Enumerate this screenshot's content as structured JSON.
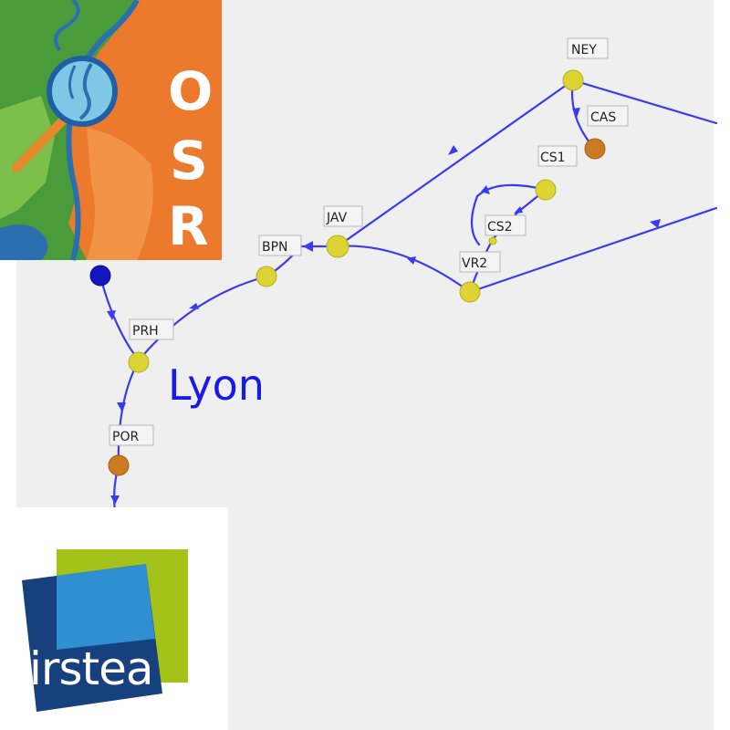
{
  "map": {
    "city_label": "Lyon",
    "stations": [
      {
        "id": "NEY",
        "label": "NEY",
        "color": "#ddd332"
      },
      {
        "id": "CAS",
        "label": "CAS",
        "color": "#cc7a22"
      },
      {
        "id": "CS1",
        "label": "CS1",
        "color": "#ddd332"
      },
      {
        "id": "CS2",
        "label": "CS2",
        "color": "#ddd332"
      },
      {
        "id": "VR2",
        "label": "VR2",
        "color": "#ddd332"
      },
      {
        "id": "JAV",
        "label": "JAV",
        "color": "#ddd332"
      },
      {
        "id": "BPN",
        "label": "BPN",
        "color": "#ddd332"
      },
      {
        "id": "PRH",
        "label": "PRH",
        "color": "#ddd332"
      },
      {
        "id": "POR",
        "label": "POR",
        "color": "#cc7a22"
      },
      {
        "id": "SRC",
        "label": "",
        "color": "#1515c4"
      }
    ],
    "route_color": "#3a3af2",
    "background_color": "#efefef"
  },
  "logos": {
    "osr": {
      "letters": [
        "O",
        "S",
        "R"
      ],
      "color_orange": "#ec7a2c",
      "color_green": "#4a9b3a"
    },
    "irstea": {
      "text": "irstea",
      "color_navy": "#17407f",
      "color_blue": "#2f8fd0",
      "color_green": "#a5c21a"
    }
  }
}
